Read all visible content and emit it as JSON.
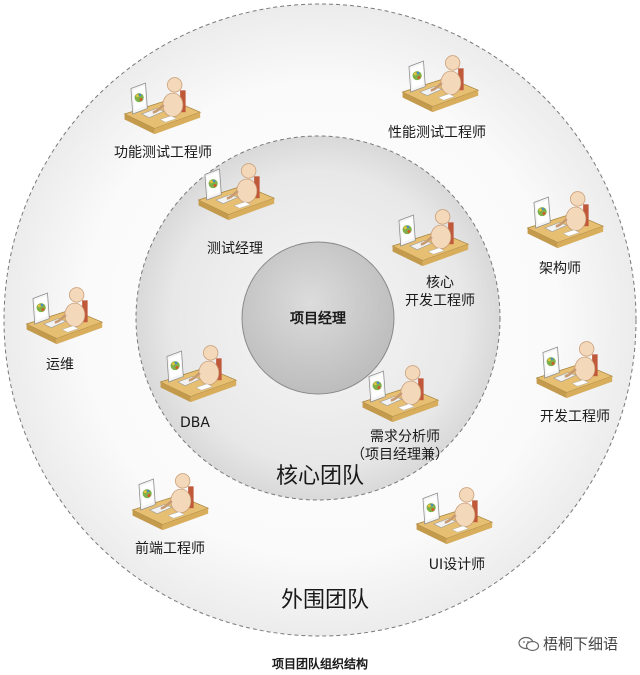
{
  "center_label": "项目经理",
  "core_team_label": "核心团队",
  "outer_team_label": "外围团队",
  "core_roles": {
    "test_manager": "测试经理",
    "core_dev_line1": "核心",
    "core_dev_line2": "开发工程师",
    "dba": "DBA",
    "req_analyst_line1": "需求分析师",
    "req_analyst_line2": "（项目经理兼）"
  },
  "outer_roles": {
    "functional_tester": "功能测试工程师",
    "performance_tester": "性能测试工程师",
    "architect": "架构师",
    "ops": "运维",
    "developer": "开发工程师",
    "frontend": "前端工程师",
    "ui_designer": "UI设计师"
  },
  "caption": "项目团队组织结构",
  "watermark": "梧桐下细语",
  "colors": {
    "outer_ring": "#f2f2f2",
    "core_ring": "#e0e0e0",
    "center": "#c9c9c9",
    "desk": "#e8c47a",
    "person": "#f2d7b8"
  }
}
